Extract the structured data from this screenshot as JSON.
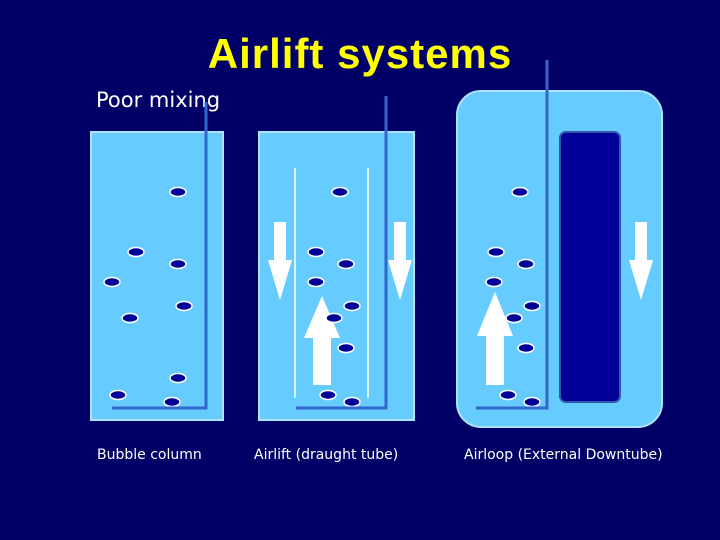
{
  "title": "Airlift systems",
  "subtitle": "Poor mixing",
  "captions": {
    "bubble_column": "Bubble column",
    "airlift": "Airlift (draught tube)",
    "airloop": "Airloop (External Downtube)"
  },
  "colors": {
    "background": "#000066",
    "title": "#FFFF00",
    "liquid": "#66CCFF",
    "downcomer": "#000099",
    "bubble": "#000099",
    "pipe": "#3366CC",
    "arrow": "#FFFFFF"
  }
}
